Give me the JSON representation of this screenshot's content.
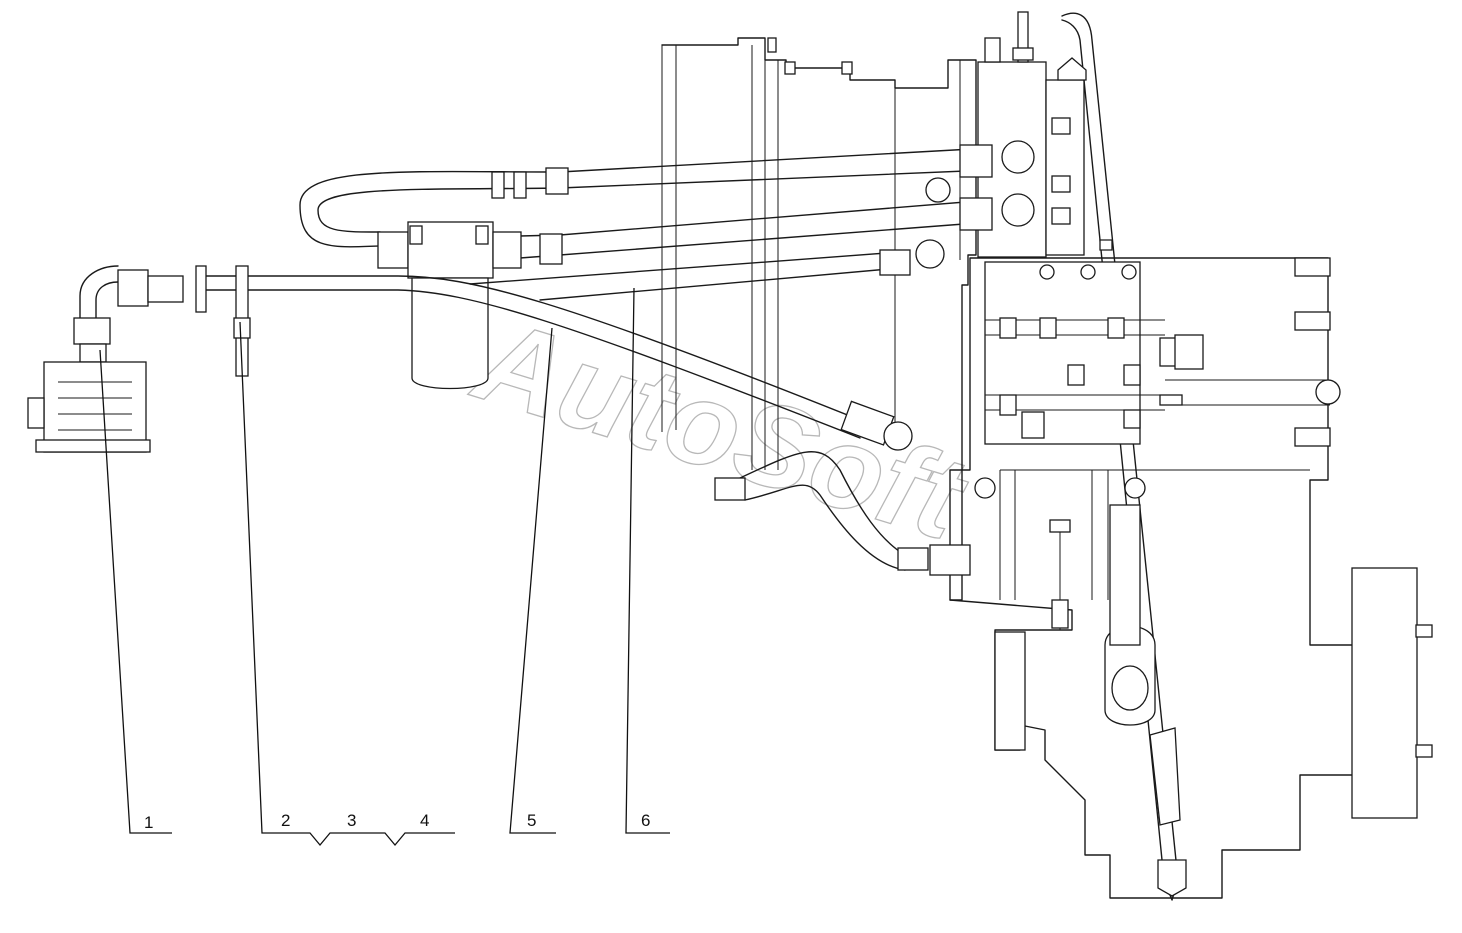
{
  "diagram": {
    "callouts": [
      {
        "label": "1"
      },
      {
        "label": "2"
      },
      {
        "label": "3"
      },
      {
        "label": "4"
      },
      {
        "label": "5"
      },
      {
        "label": "6"
      }
    ],
    "watermark": "AutoSoft"
  }
}
